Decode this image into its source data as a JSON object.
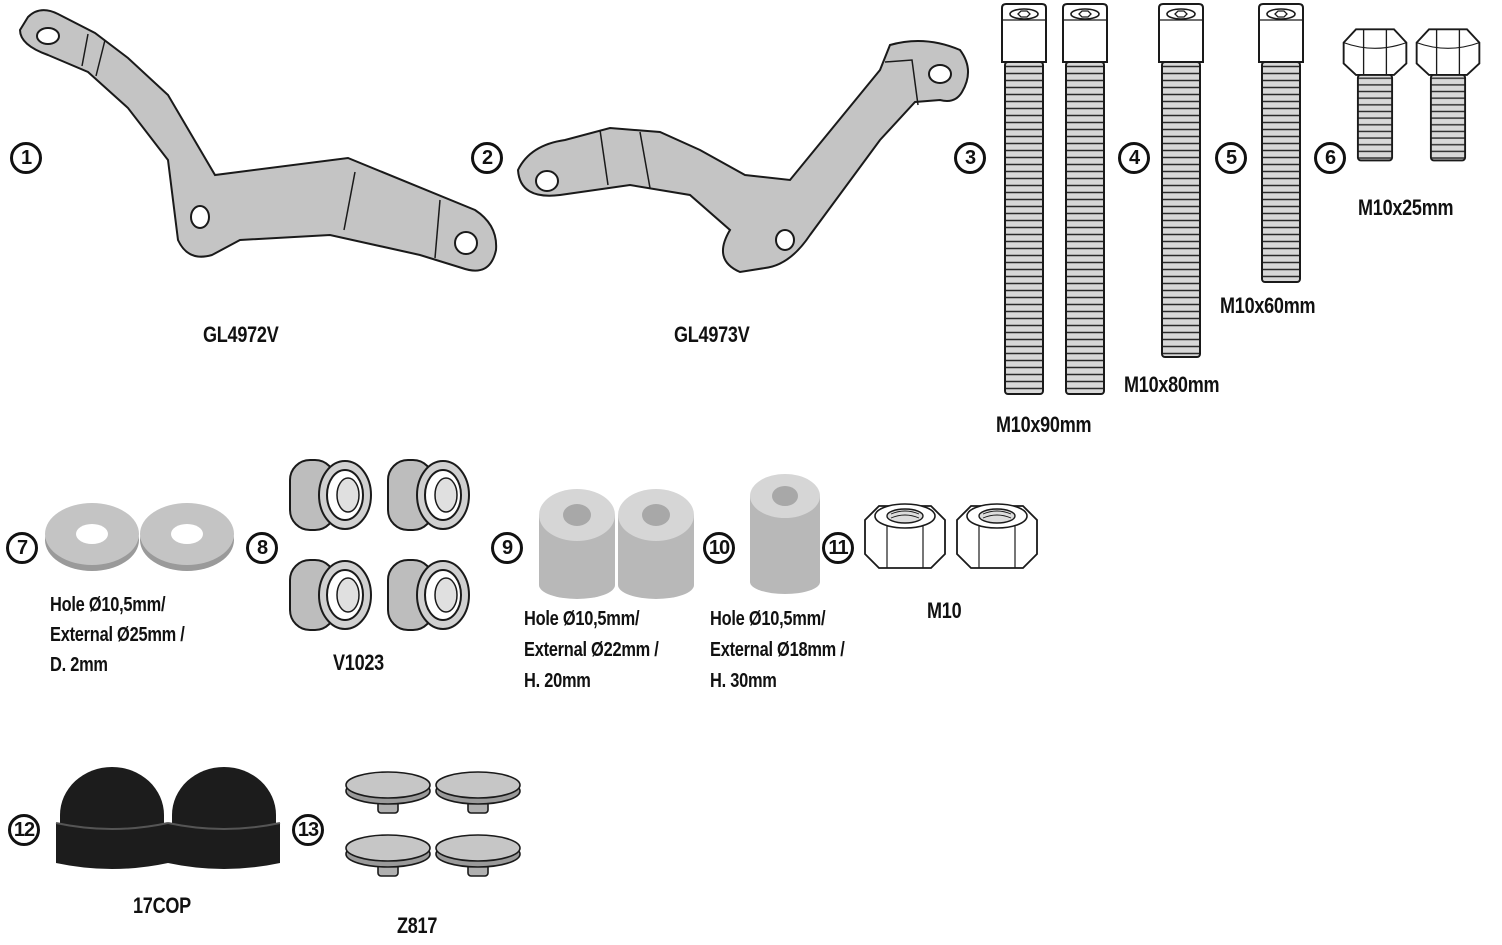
{
  "colors": {
    "part_fill": "#c4c4c4",
    "part_stroke": "#1a1a1a",
    "cap_fill": "#1c1c1c",
    "background": "#ffffff"
  },
  "parts": [
    {
      "number": "1",
      "label": "GL4972V",
      "icon": "bracket-left"
    },
    {
      "number": "2",
      "label": "GL4973V",
      "icon": "bracket-right"
    },
    {
      "number": "3",
      "label": "M10x90mm",
      "icon": "socket-screw"
    },
    {
      "number": "4",
      "label": "M10x80mm",
      "icon": "socket-screw"
    },
    {
      "number": "5",
      "label": "M10x60mm",
      "icon": "socket-screw"
    },
    {
      "number": "6",
      "label": "M10x25mm",
      "icon": "hex-bolt"
    },
    {
      "number": "7",
      "lines": [
        "Hole Ø10,5mm/",
        "External Ø25mm /",
        "D. 2mm"
      ],
      "icon": "washer"
    },
    {
      "number": "8",
      "label": "V1023",
      "icon": "rubber-bushing"
    },
    {
      "number": "9",
      "lines": [
        "Hole Ø10,5mm/",
        "External Ø22mm /",
        "H. 20mm"
      ],
      "icon": "spacer"
    },
    {
      "number": "10",
      "lines": [
        "Hole Ø10,5mm/",
        "External Ø18mm /",
        "H. 30mm"
      ],
      "icon": "spacer-tall"
    },
    {
      "number": "11",
      "label": "M10",
      "icon": "lock-nut"
    },
    {
      "number": "12",
      "label": "17COP",
      "icon": "cap-nut-cover"
    },
    {
      "number": "13",
      "label": "Z817",
      "icon": "plastic-rivet"
    }
  ]
}
